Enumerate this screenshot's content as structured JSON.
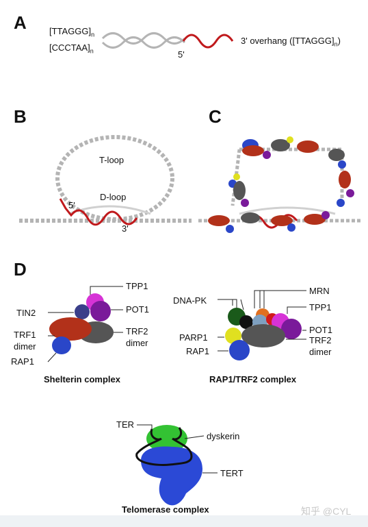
{
  "panels": {
    "a": "A",
    "b": "B",
    "c": "C",
    "d": "D"
  },
  "panel_a": {
    "strand_top": "[TTAGGG]",
    "strand_bottom": "[CCCTAA]",
    "subscript_n": "n",
    "overhang_label": "3' overhang ([TTAGGG]",
    "overhang_close": ")",
    "five_prime": "5'"
  },
  "panel_b": {
    "t_loop": "T-loop",
    "d_loop": "D-loop",
    "five_prime": "5'",
    "three_prime": "3'"
  },
  "shelterin": {
    "caption": "Shelterin complex",
    "tpp1": "TPP1",
    "pot1": "POT1",
    "tin2": "TIN2",
    "trf1": "TRF1",
    "trf1_dimer": "dimer",
    "trf2": "TRF2",
    "trf2_dimer": "dimer",
    "rap1": "RAP1"
  },
  "rap1_trf2": {
    "caption": "RAP1/TRF2 complex",
    "dnapk": "DNA-PK",
    "mrn": "MRN",
    "tpp1": "TPP1",
    "parp1": "PARP1",
    "pot1": "POT1",
    "rap1": "RAP1",
    "trf2": "TRF2",
    "trf2_dimer": "dimer"
  },
  "telomerase": {
    "caption": "Telomerase complex",
    "ter": "TER",
    "dyskerin": "dyskerin",
    "tert": "TERT"
  },
  "watermark": "知乎 @CYL",
  "colors": {
    "telomere_red": "#c0191c",
    "dna_gray": "#b4b4b4",
    "trf1_red": "#b2311a",
    "trf2_gray": "#555555",
    "rap1_blue": "#2a46c8",
    "pot1_purple": "#7a1a9a",
    "tpp1_magenta": "#d633d6",
    "tin2_navy": "#3a3f8a",
    "dyskerin_green": "#33c233",
    "tert_blue": "#2b49d6"
  }
}
